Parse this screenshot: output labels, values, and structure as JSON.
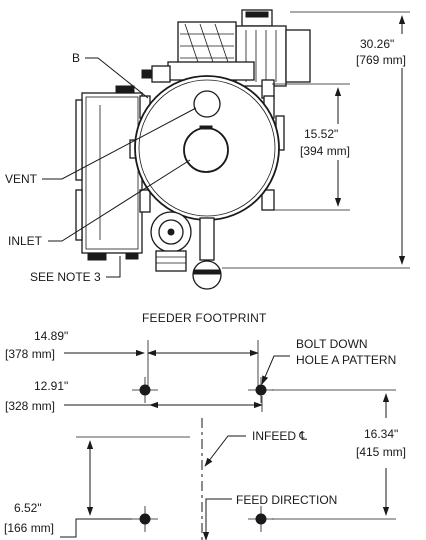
{
  "top_view": {
    "labels": {
      "b": "B",
      "vent": "VENT",
      "inlet": "INLET",
      "see_note": "SEE NOTE 3"
    },
    "dims": {
      "overall_height_in": "30.26\"",
      "overall_height_mm": "[769 mm]",
      "vent_offset_in": "15.52\"",
      "vent_offset_mm": "[394 mm]"
    }
  },
  "footprint": {
    "title": "FEEDER FOOTPRINT",
    "dims": {
      "width_outer_in": "14.89\"",
      "width_outer_mm": "[378 mm]",
      "width_inner_in": "12.91\"",
      "width_inner_mm": "[328 mm]",
      "depth_in": "16.34\"",
      "depth_mm": "[415 mm]",
      "offset_in": "6.52\"",
      "offset_mm": "[166 mm]"
    },
    "labels": {
      "bolt_down_line1": "BOLT DOWN",
      "bolt_down_line2": "HOLE A PATTERN",
      "infeed_cl": "INFEED ℄",
      "feed_direction": "FEED DIRECTION"
    }
  }
}
